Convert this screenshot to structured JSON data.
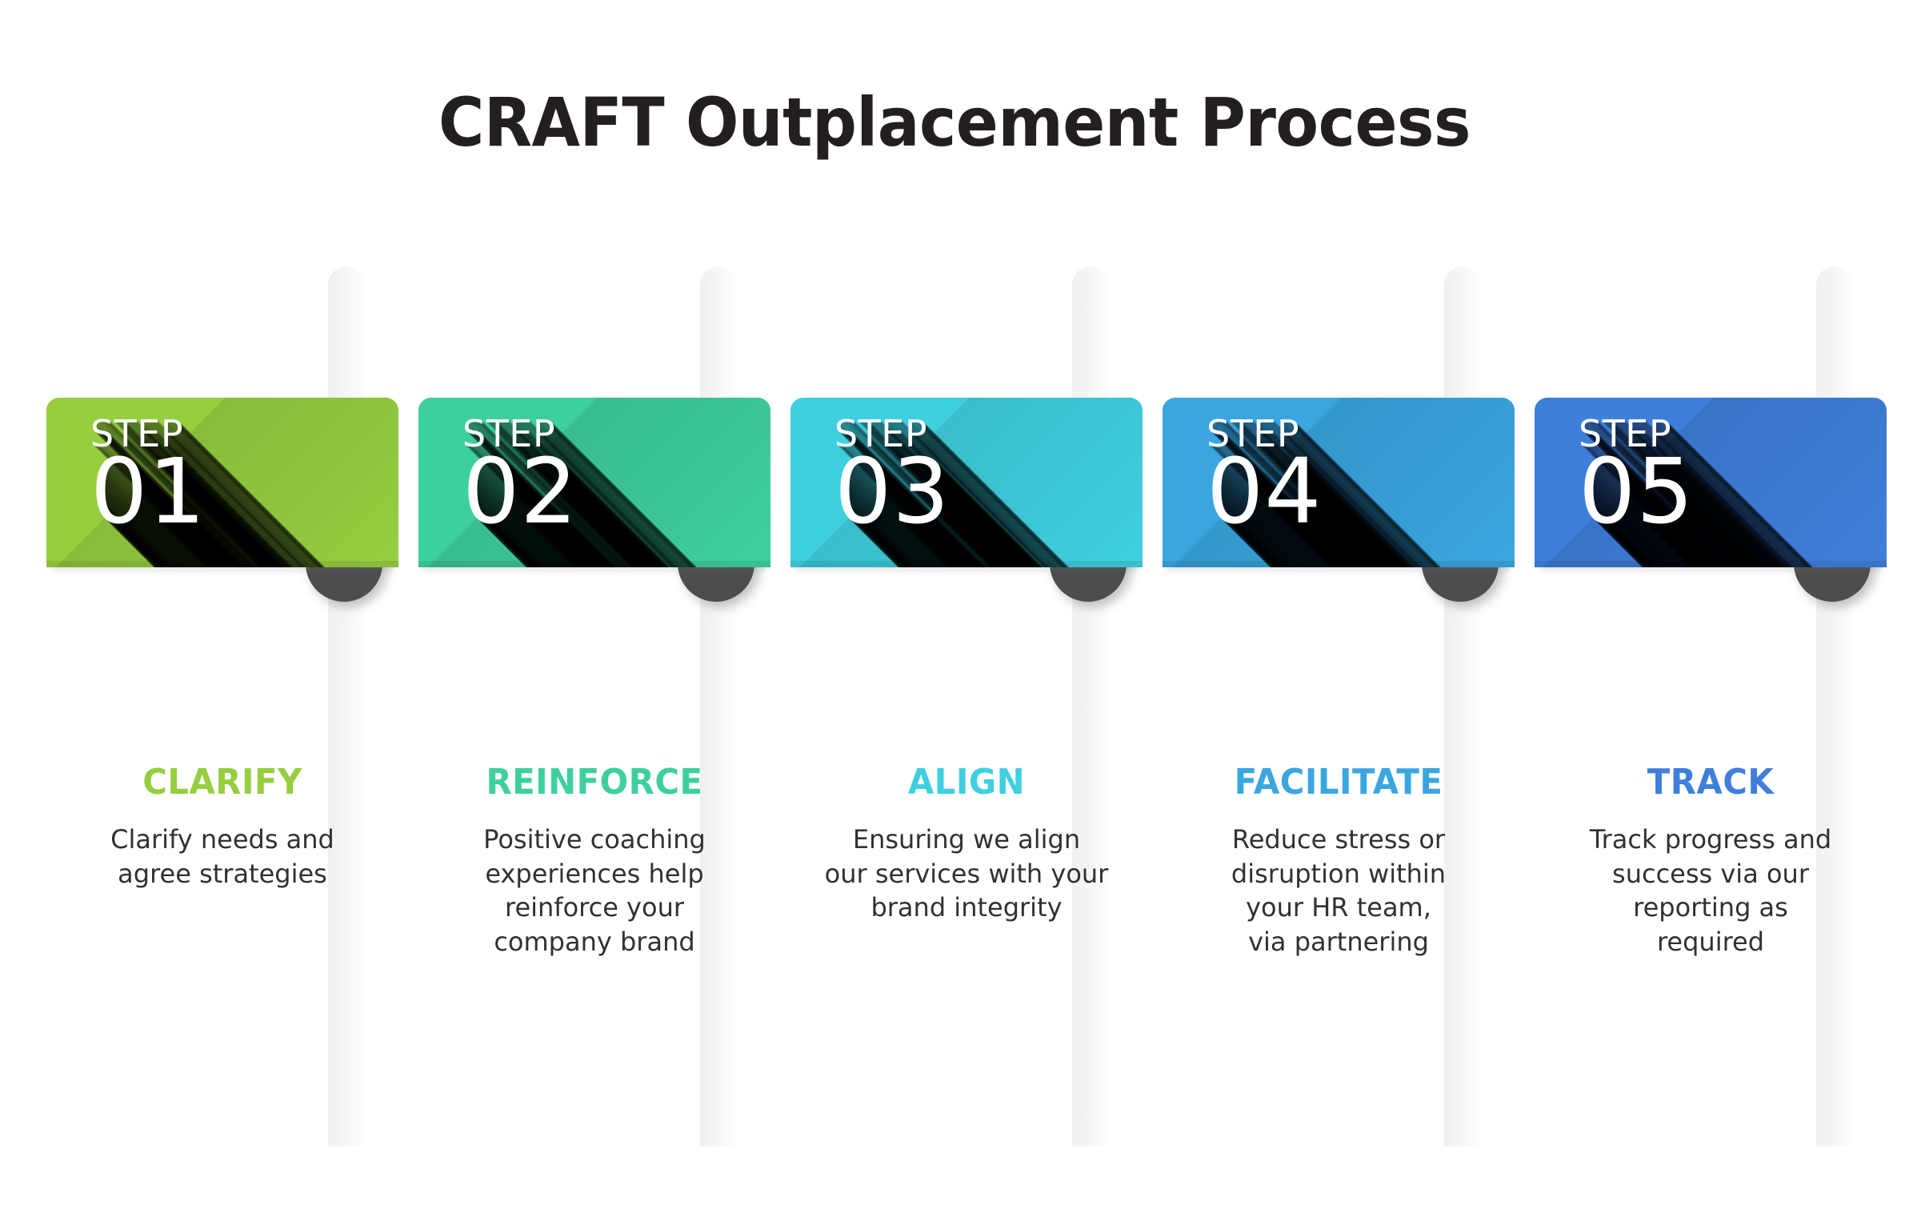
{
  "title": "CRAFT Outplacement Process",
  "background": {
    "page_color": "#ffffff",
    "column_color": "#f4f4f4"
  },
  "steps": [
    {
      "step_label": "STEP",
      "step_number": "01",
      "heading": "CLARIFY",
      "description": "Clarify needs and\nagree strategies",
      "color": "#96ce40",
      "color_dark": "#7fb332"
    },
    {
      "step_label": "STEP",
      "step_number": "02",
      "heading": "REINFORCE",
      "description": "Positive coaching\nexperiences help\nreinforce your\ncompany brand",
      "color": "#3ecfa0",
      "color_dark": "#2fb68a"
    },
    {
      "step_label": "STEP",
      "step_number": "03",
      "heading": "ALIGN",
      "description": "Ensuring we align\nour services with your\nbrand integrity",
      "color": "#3fd0e0",
      "color_dark": "#2fb6c6"
    },
    {
      "step_label": "STEP",
      "step_number": "04",
      "heading": "FACILITATE",
      "description": "Reduce stress or\ndisruption within\nyour HR team,\nvia partnering",
      "color": "#3aa6e0",
      "color_dark": "#2c8cc4"
    },
    {
      "step_label": "STEP",
      "step_number": "05",
      "heading": "TRACK",
      "description": "Track progress and\nsuccess via our\nreporting as\nrequired",
      "color": "#3f7fdc",
      "color_dark": "#2f68be"
    }
  ],
  "layout": {
    "column_lefts": [
      58,
      523,
      988,
      1453,
      1918
    ],
    "bg_column_lefts": [
      410,
      875,
      1340,
      1805,
      2270
    ]
  }
}
